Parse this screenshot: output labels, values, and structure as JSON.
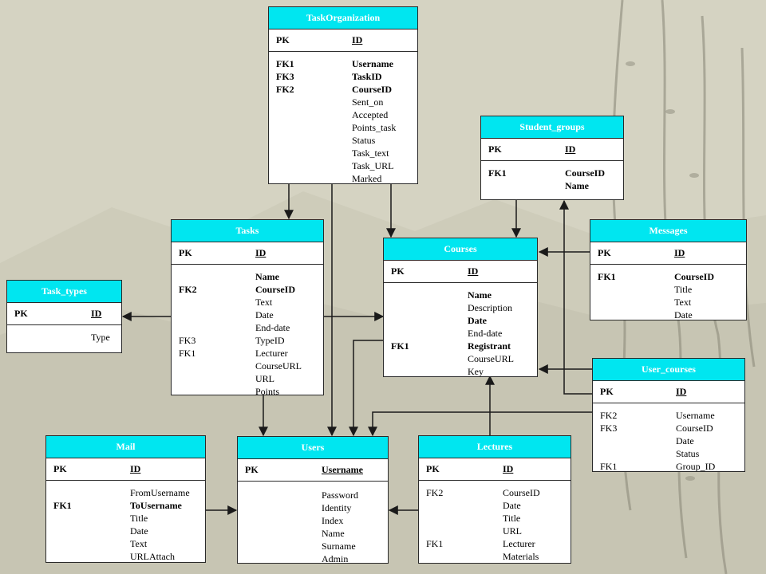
{
  "entities": {
    "taskorganization": {
      "title": "TaskOrganization",
      "pk": {
        "key": "PK",
        "field": "ID"
      },
      "rows": [
        {
          "key": "FK1",
          "field": "Username",
          "bold": true
        },
        {
          "key": "FK3",
          "field": "TaskID",
          "bold": true
        },
        {
          "key": "FK2",
          "field": "CourseID",
          "bold": true
        },
        {
          "key": "",
          "field": "Sent_on",
          "bold": false
        },
        {
          "key": "",
          "field": "Accepted",
          "bold": false
        },
        {
          "key": "",
          "field": "Points_task",
          "bold": false
        },
        {
          "key": "",
          "field": "Status",
          "bold": false
        },
        {
          "key": "",
          "field": "Task_text",
          "bold": false
        },
        {
          "key": "",
          "field": "Task_URL",
          "bold": false
        },
        {
          "key": "",
          "field": "Marked",
          "bold": false
        }
      ]
    },
    "student_groups": {
      "title": "Student_groups",
      "pk": {
        "key": "PK",
        "field": "ID"
      },
      "rows": [
        {
          "key": "FK1",
          "field": "CourseID",
          "bold": true
        },
        {
          "key": "",
          "field": "Name",
          "bold": true
        }
      ]
    },
    "tasks": {
      "title": "Tasks",
      "pk": {
        "key": "PK",
        "field": "ID"
      },
      "rows": [
        {
          "key": "",
          "field": "Name",
          "bold": true
        },
        {
          "key": "FK2",
          "field": "CourseID",
          "bold": true
        },
        {
          "key": "",
          "field": "Text",
          "bold": false
        },
        {
          "key": "",
          "field": "Date",
          "bold": false
        },
        {
          "key": "",
          "field": "End-date",
          "bold": false
        },
        {
          "key": "FK3",
          "field": "TypeID",
          "bold": false
        },
        {
          "key": "FK1",
          "field": "Lecturer",
          "bold": false
        },
        {
          "key": "",
          "field": "CourseURL",
          "bold": false
        },
        {
          "key": "",
          "field": "URL",
          "bold": false
        },
        {
          "key": "",
          "field": "Points",
          "bold": false
        }
      ]
    },
    "courses": {
      "title": "Courses",
      "pk": {
        "key": "PK",
        "field": "ID"
      },
      "rows": [
        {
          "key": "",
          "field": "Name",
          "bold": true
        },
        {
          "key": "",
          "field": "Description",
          "bold": false
        },
        {
          "key": "",
          "field": "Date",
          "bold": true
        },
        {
          "key": "",
          "field": "End-date",
          "bold": false
        },
        {
          "key": "FK1",
          "field": "Registrant",
          "bold": true
        },
        {
          "key": "",
          "field": "CourseURL",
          "bold": false
        },
        {
          "key": "",
          "field": "Key",
          "bold": false
        }
      ]
    },
    "messages": {
      "title": "Messages",
      "pk": {
        "key": "PK",
        "field": "ID"
      },
      "rows": [
        {
          "key": "FK1",
          "field": "CourseID",
          "bold": true
        },
        {
          "key": "",
          "field": "Title",
          "bold": false
        },
        {
          "key": "",
          "field": "Text",
          "bold": false
        },
        {
          "key": "",
          "field": "Date",
          "bold": false
        }
      ]
    },
    "task_types": {
      "title": "Task_types",
      "pk": {
        "key": "PK",
        "field": "ID"
      },
      "rows": [
        {
          "key": "",
          "field": "Type",
          "bold": false
        }
      ]
    },
    "user_courses": {
      "title": "User_courses",
      "pk": {
        "key": "PK",
        "field": "ID"
      },
      "rows": [
        {
          "key": "FK2",
          "field": "Username",
          "bold": false
        },
        {
          "key": "FK3",
          "field": "CourseID",
          "bold": false
        },
        {
          "key": "",
          "field": "Date",
          "bold": false
        },
        {
          "key": "",
          "field": "Status",
          "bold": false
        },
        {
          "key": "FK1",
          "field": "Group_ID",
          "bold": false
        }
      ]
    },
    "mail": {
      "title": "Mail",
      "pk": {
        "key": "PK",
        "field": "ID"
      },
      "rows": [
        {
          "key": "",
          "field": "FromUsername",
          "bold": false
        },
        {
          "key": "FK1",
          "field": "ToUsername",
          "bold": true
        },
        {
          "key": "",
          "field": "Title",
          "bold": false
        },
        {
          "key": "",
          "field": "Date",
          "bold": false
        },
        {
          "key": "",
          "field": "Text",
          "bold": false
        },
        {
          "key": "",
          "field": "URLAttach",
          "bold": false
        }
      ]
    },
    "users": {
      "title": "Users",
      "pk": {
        "key": "PK",
        "field": "Username"
      },
      "rows": [
        {
          "key": "",
          "field": "Password",
          "bold": false
        },
        {
          "key": "",
          "field": "Identity",
          "bold": false
        },
        {
          "key": "",
          "field": "Index",
          "bold": false
        },
        {
          "key": "",
          "field": "Name",
          "bold": false
        },
        {
          "key": "",
          "field": "Surname",
          "bold": false
        },
        {
          "key": "",
          "field": "Admin",
          "bold": false
        }
      ]
    },
    "lectures": {
      "title": "Lectures",
      "pk": {
        "key": "PK",
        "field": "ID"
      },
      "rows": [
        {
          "key": "FK2",
          "field": "CourseID",
          "bold": false
        },
        {
          "key": "",
          "field": "Date",
          "bold": false
        },
        {
          "key": "",
          "field": "Title",
          "bold": false
        },
        {
          "key": "",
          "field": "URL",
          "bold": false
        },
        {
          "key": "FK1",
          "field": "Lecturer",
          "bold": false
        },
        {
          "key": "",
          "field": "Materials",
          "bold": false
        }
      ]
    }
  },
  "colors": {
    "background": "#d5d3c2",
    "header": "#00e6f0",
    "line": "#1a1a1a"
  }
}
